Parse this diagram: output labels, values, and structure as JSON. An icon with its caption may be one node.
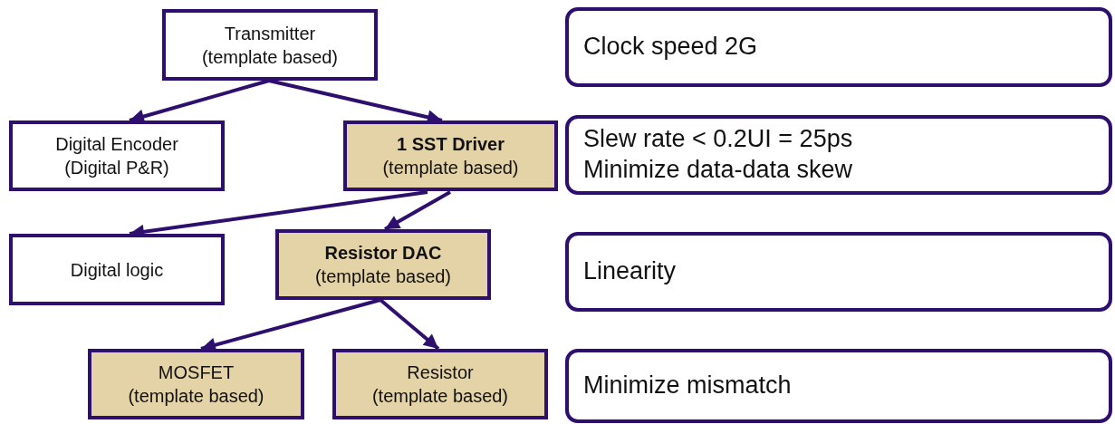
{
  "diagram": {
    "nodes": [
      {
        "text": [
          "Transmitter",
          "(template based)"
        ]
      },
      {
        "text": [
          "Digital Encoder",
          "(Digital P&R)"
        ]
      },
      {
        "text": [
          "**1 SST Driver**",
          "(template based)"
        ]
      },
      {
        "text": [
          "Digital logic"
        ]
      },
      {
        "text": [
          "**Resistor DAC**",
          "(template based)"
        ]
      },
      {
        "text": [
          "MOSFET",
          "(template based)"
        ]
      },
      {
        "text": [
          "Resistor",
          "(template based)"
        ]
      },
      {
        "text": [
          "Clock speed 2G"
        ]
      },
      {
        "text": [
          "Slew rate < 0.2UI = 25ps",
          "Minimize data-data skew"
        ]
      },
      {
        "text": [
          "Linearity"
        ]
      },
      {
        "text": [
          "Minimize mismatch"
        ]
      }
    ],
    "edges": [
      {
        "from": 0,
        "to": 1,
        "arrow": "to"
      },
      {
        "from": 0,
        "to": 2,
        "arrow": "to"
      },
      {
        "from": 2,
        "to": 3,
        "arrow": "to"
      },
      {
        "from": 2,
        "to": 4,
        "arrow": "to"
      },
      {
        "from": 4,
        "to": 5,
        "arrow": "to"
      },
      {
        "from": 4,
        "to": 6,
        "arrow": "to"
      }
    ]
  }
}
